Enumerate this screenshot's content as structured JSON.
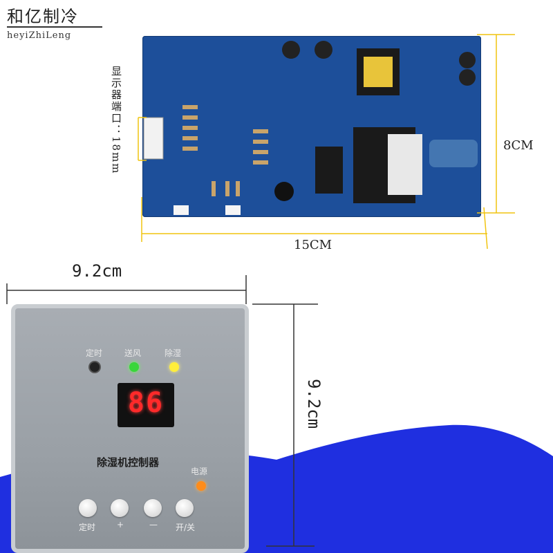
{
  "brand": {
    "name_cn": "和亿制冷",
    "name_en": "heyiZhiLeng"
  },
  "annotations": {
    "port": "显示器端口：18mm",
    "pcb_height": "8CM",
    "pcb_width": "15CM",
    "panel_width": "9.2cm",
    "panel_height": "9.2cm"
  },
  "panel": {
    "indicators": [
      {
        "label": "定时",
        "color": "#222222"
      },
      {
        "label": "送风",
        "color": "#39d63a"
      },
      {
        "label": "除湿",
        "color": "#ffee3a"
      }
    ],
    "display_value": "86",
    "title": "除湿机控制器",
    "power_label": "电源",
    "power_color": "#ff8c1a",
    "buttons": [
      {
        "label": "定时"
      },
      {
        "label": "+"
      },
      {
        "label": "—"
      },
      {
        "label": "开/关"
      }
    ]
  },
  "colors": {
    "pcb": "#1d4f9a",
    "accent": "#f1c40f",
    "water": "#1f2fe0"
  }
}
